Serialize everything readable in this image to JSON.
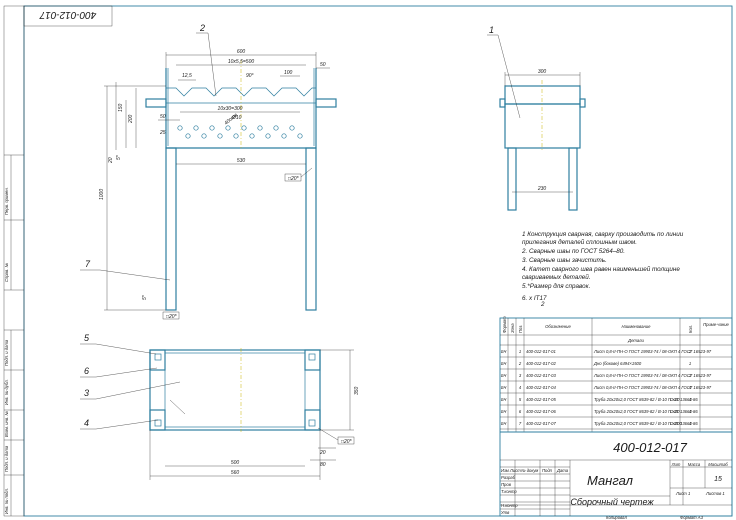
{
  "drawing": {
    "designation": "400-012-017",
    "corner_designation": "400-012-017",
    "title": "Мангал",
    "subtitle": "Сборочный чертеж",
    "sheet_scale": "15",
    "sheet_label": "Лист 1",
    "sheets_label": "Листов 1",
    "lit_header": "Лит",
    "mass_header": "Масса",
    "scale_header": "Масштаб",
    "copied": "Копировал",
    "format": "Формат  A3"
  },
  "callouts": [
    "1",
    "2",
    "3",
    "4",
    "5",
    "6",
    "7"
  ],
  "dimensions": {
    "front_width": "600",
    "front_inner": "10х5,5=500",
    "front_right_overhang": "50",
    "front_side_left": "50",
    "front_slot_pitch": "100",
    "front_slot_angle": "90°",
    "front_slot_small": "12,5",
    "front_holes_row": "10х30=300",
    "front_hole_diam": "Ø10",
    "front_hole_count": "40отв",
    "front_left_50": "50",
    "front_left_25": "25",
    "front_height_tray": "200",
    "front_height_box": "150",
    "front_height_top": "20",
    "front_total_height": "1000",
    "front_leg_span": "530",
    "front_weld_box": "□20*",
    "front_weld_leg": "□20*",
    "front_bottom_5": "5*",
    "front_side_5": "5*",
    "side_top": "300",
    "side_bottom": "230",
    "plan_inner": "500",
    "plan_total": "560",
    "plan_right_20": "20",
    "plan_right_80": "80",
    "plan_height": "350",
    "plan_weld": "□20*"
  },
  "notes": [
    "1 Конструкция сварная, сварку производить по линии",
    "прилегания деталей сплошным швом.",
    "2. Сварные швы по ГОСТ 5264–80.",
    "3. Сварные швы зачистить.",
    "4. Катет сварного шва равен наименьшей толщине",
    "свариваемых деталей.",
    "5.*Размер для справок.",
    "6. x  IT17",
    "2"
  ],
  "spec_table": {
    "headers": {
      "format": "Формат",
      "zone": "Зона",
      "pos": "Поз.",
      "designation": "Обозначение",
      "name": "Наименование",
      "qty": "Кол.",
      "note": "Приме-чание"
    },
    "section": "Детали",
    "rows": [
      {
        "format": "БЧ",
        "pos": "1",
        "designation": "400-012-017-01",
        "name": "Лист 0,8-II-ПН-О ГОСТ 19903-74 / 08-ОКП 4 ГОСТ 16523-97",
        "qty": "2",
        "mark": ""
      },
      {
        "format": "БЧ",
        "pos": "2",
        "designation": "400-012-017-02",
        "name": "Дно (бокове) 6494×1500",
        "qty": "1",
        "mark": ""
      },
      {
        "format": "БЧ",
        "pos": "3",
        "designation": "400-012-017-03",
        "name": "Лист 0,8-II-ПН-О ГОСТ 19903-74 / 08-ОКП 4 ГОСТ 16523-97",
        "qty": "1",
        "mark": ""
      },
      {
        "format": "БЧ",
        "pos": "4",
        "designation": "400-012-017-04",
        "name": "Лист 0,8-II-ПН-О ГОСТ 19903-74 / 08-ОКП 4 ГОСТ 16523-97",
        "qty": "4",
        "mark": ""
      },
      {
        "format": "БЧ",
        "pos": "5",
        "designation": "400-012-017-05",
        "name": "Труба 20х20х2,0 ГОСТ 8639-82 / В-10 ГОСТ 13663-86",
        "qty": "4",
        "mark": "L=60"
      },
      {
        "format": "БЧ",
        "pos": "6",
        "designation": "400-012-017-06",
        "name": "Труба 20х20х2,0 ГОСТ 8639-82 / В-10 ГОСТ 13663-86",
        "qty": "4",
        "mark": "L=80"
      },
      {
        "format": "БЧ",
        "pos": "7",
        "designation": "400-012-017-07",
        "name": "Труба 20х20х2,0 ГОСТ 8639-82 / В-10 ГОСТ 13663-86",
        "qty": "4",
        "mark": "L=800"
      }
    ]
  },
  "title_block_labels": {
    "izm": "Изм Лист",
    "doc": "№ докум",
    "sign": "Подп",
    "date": "Дата",
    "razrab": "Разраб",
    "prov": "Пров",
    "tkontr": "Т.контр",
    "nkontr": "Н.контр",
    "utv": "Утв"
  },
  "margin_labels": [
    "Перв. примен.",
    "Справ. №",
    "Подп. и дата",
    "Инв. № дубл.",
    "Взам. инв. №",
    "Подп. и дата",
    "Инв. № подл."
  ]
}
